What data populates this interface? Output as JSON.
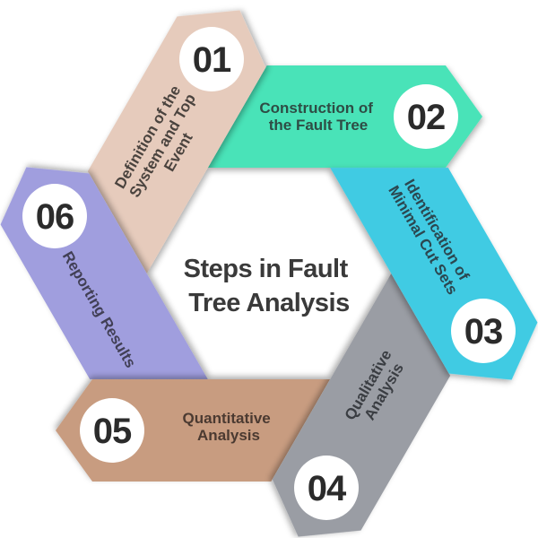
{
  "title": {
    "lines": [
      "Steps in Fault",
      "Tree Analysis"
    ],
    "color": "#3a3a3a"
  },
  "number_color": "#2b2b2b",
  "background": "#ffffff",
  "circle_fill": "#ffffff",
  "steps": [
    {
      "number": "01",
      "color": "#e6cbbc",
      "text_color": "#4a433e",
      "label_lines": [
        "Definition of the",
        "System and Top",
        "Event"
      ]
    },
    {
      "number": "02",
      "color": "#4ae3b8",
      "text_color": "#2e4d45",
      "label_lines": [
        "Construction of",
        "the Fault Tree"
      ]
    },
    {
      "number": "03",
      "color": "#41cbe3",
      "text_color": "#2b4750",
      "label_lines": [
        "Identification of",
        "Minimal Cut Sets"
      ]
    },
    {
      "number": "04",
      "color": "#9a9da4",
      "text_color": "#3a3d42",
      "label_lines": [
        "Qualitative",
        "Analysis"
      ]
    },
    {
      "number": "05",
      "color": "#c89c80",
      "text_color": "#4b3a31",
      "label_lines": [
        "Quantitative",
        "Analysis"
      ]
    },
    {
      "number": "06",
      "color": "#a09ede",
      "text_color": "#413f55",
      "label_lines": [
        "Reporting Results"
      ]
    }
  ]
}
